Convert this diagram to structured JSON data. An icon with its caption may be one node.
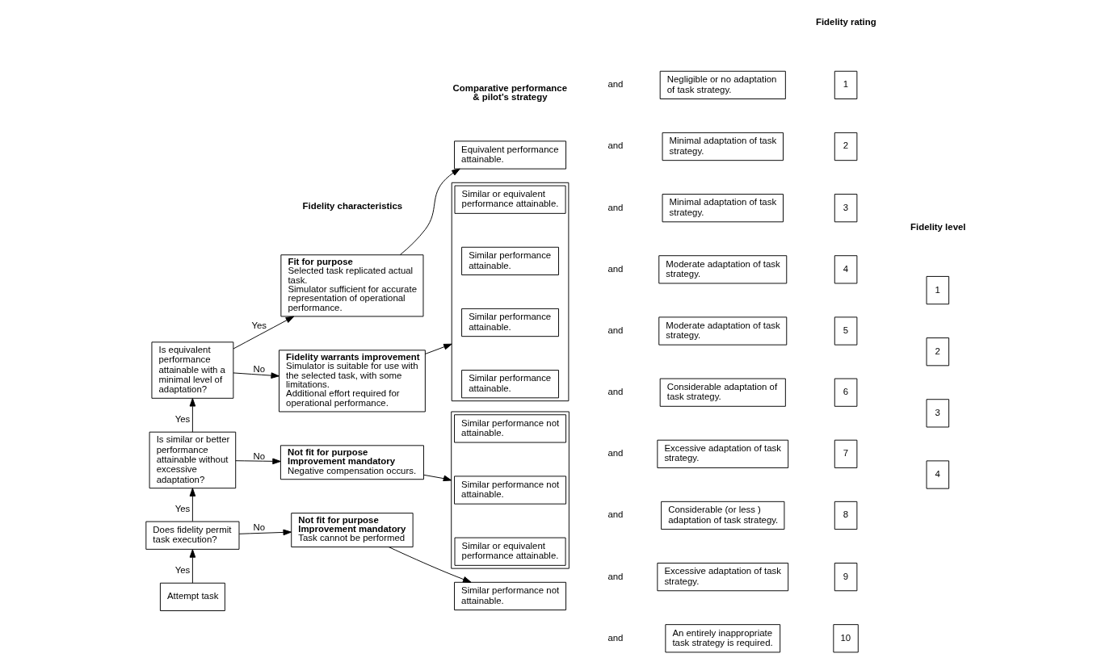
{
  "diagram": {
    "nodes": [
      {
        "text": [
          "Attempt task"
        ]
      },
      {
        "text": [
          "Does fidelity permit task execution?"
        ]
      },
      {
        "text": [
          "Is similar or better performance attainable without excessive adaptation?"
        ]
      },
      {
        "text": [
          "Is equivalent performance attainable with a minimal level of adaptation?"
        ]
      },
      {
        "text": [
          "Fit for purpose",
          "Selected task replicated actual task.",
          "Simulator sufficient for accurate representation of operational performance."
        ]
      },
      {
        "text": [
          "Fidelity warrants improvement",
          "Simulator is suitable for use with the selected task, with some limitations.",
          "Additional effort required for operational performance."
        ]
      },
      {
        "text": [
          "Not fit for purpose",
          "Improvement mandatory",
          "Negative compensation occurs."
        ]
      },
      {
        "text": [
          "Not fit for purpose",
          "Improvement mandatory",
          "Task cannot be performed"
        ]
      },
      {
        "text": [
          "Equivalent performance attainable."
        ]
      },
      {
        "text": [],
        "shape": "box"
      },
      {
        "text": [
          "Similar performance attainable."
        ],
        "in": 9
      },
      {
        "text": [
          "Similar performance attainable."
        ],
        "in": 9
      },
      {
        "text": [
          "Similar performance attainable."
        ],
        "in": 9
      },
      {
        "text": [
          "Similar or equivalent performance attainable."
        ],
        "in": 9
      },
      {
        "text": [],
        "shape": "box"
      },
      {
        "text": [
          "Similar or equivalent performance attainable."
        ],
        "in": 14
      },
      {
        "text": [
          "Similar performance not attainable."
        ],
        "in": 14
      },
      {
        "text": [
          "Similar performance not attainable."
        ],
        "in": 14
      },
      {
        "text": [
          "Similar performance not attainable."
        ]
      },
      {
        "text": [
          "Negligible or no adaptation of task strategy."
        ]
      },
      {
        "text": [
          "Minimal adaptation of task strategy."
        ]
      },
      {
        "text": [
          "Minimal adaptation of task strategy."
        ]
      },
      {
        "text": [
          "Moderate adaptation of task strategy."
        ]
      },
      {
        "text": [
          "Moderate adaptation of task strategy."
        ]
      },
      {
        "text": [
          "Considerable adaptation of task strategy."
        ]
      },
      {
        "text": [
          "Excessive adaptation of task strategy."
        ]
      },
      {
        "text": [
          "Considerable (or less ) adaptation of task strategy."
        ]
      },
      {
        "text": [
          "Excessive adaptation of task strategy."
        ]
      },
      {
        "text": [
          "An entirely inappropriate task strategy is required."
        ]
      },
      {
        "text": [
          "1"
        ]
      },
      {
        "text": [
          "2"
        ]
      },
      {
        "text": [
          "3"
        ]
      },
      {
        "text": [
          "4"
        ]
      },
      {
        "text": [
          "5"
        ]
      },
      {
        "text": [
          "6"
        ]
      },
      {
        "text": [
          "7"
        ]
      },
      {
        "text": [
          "8"
        ]
      },
      {
        "text": [
          "9"
        ]
      },
      {
        "text": [
          "10"
        ]
      },
      {
        "text": [
          "1"
        ]
      },
      {
        "text": [
          "2"
        ]
      },
      {
        "text": [
          "3"
        ]
      },
      {
        "text": [
          "4"
        ]
      }
    ],
    "edges": [
      {
        "from": 0,
        "to": 1,
        "arrow": "to",
        "label": "Yes"
      },
      {
        "from": 1,
        "to": 2,
        "arrow": "to",
        "label": "Yes"
      },
      {
        "from": 2,
        "to": 3,
        "arrow": "to",
        "label": "Yes"
      },
      {
        "from": 3,
        "to": 4,
        "arrow": "to",
        "label": "Yes"
      },
      {
        "from": 3,
        "to": 5,
        "arrow": "to",
        "label": "No"
      },
      {
        "from": 2,
        "to": 6,
        "arrow": "to",
        "label": "No"
      },
      {
        "from": 1,
        "to": 7,
        "arrow": "to",
        "label": "No"
      },
      {
        "from": 4,
        "to": 8,
        "arrow": "to"
      },
      {
        "from": 5,
        "to": 9,
        "arrow": "to"
      },
      {
        "from": 6,
        "to": 14,
        "arrow": "to"
      },
      {
        "from": 7,
        "to": 18,
        "arrow": "to"
      }
    ],
    "labels": [
      "Fidelity characteristics",
      "Comparative performance & pilot’s strategy",
      "Fidelity rating",
      "Fidelity level",
      "and",
      "and",
      "and",
      "and",
      "and",
      "and",
      "and",
      "and",
      "and",
      "and"
    ]
  }
}
